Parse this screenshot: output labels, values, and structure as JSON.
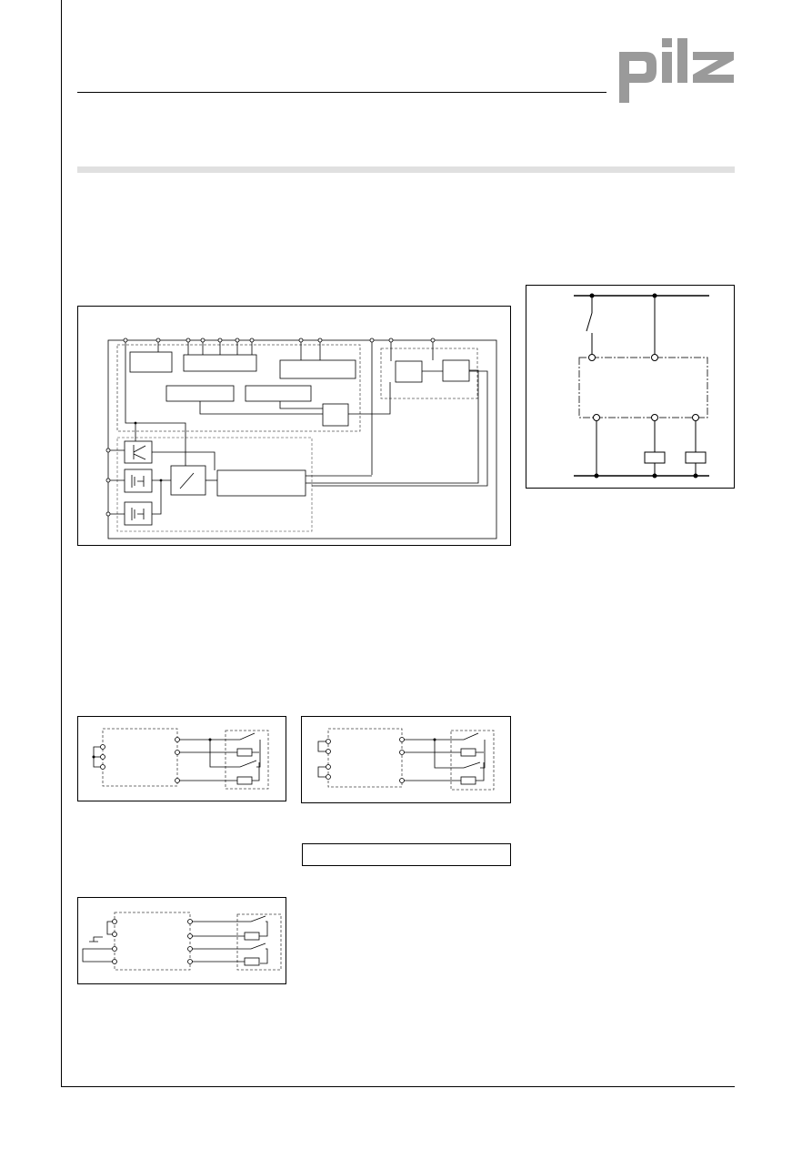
{
  "brand": {
    "logo_text": "pilz",
    "logo_color": "#9a9a9a"
  },
  "colors": {
    "rule": "#000000",
    "band": "#e0e0e0",
    "dashed_frame": "#666666"
  },
  "figures": {
    "block_diagram": {
      "kind": "internal-wiring-block-diagram"
    },
    "application_diagram": {
      "kind": "application-circuit"
    },
    "wiring_a": {
      "kind": "wiring-example"
    },
    "wiring_b": {
      "kind": "wiring-example"
    },
    "wiring_c": {
      "kind": "wiring-example"
    },
    "label_box": {
      "kind": "empty-caption-box"
    }
  }
}
